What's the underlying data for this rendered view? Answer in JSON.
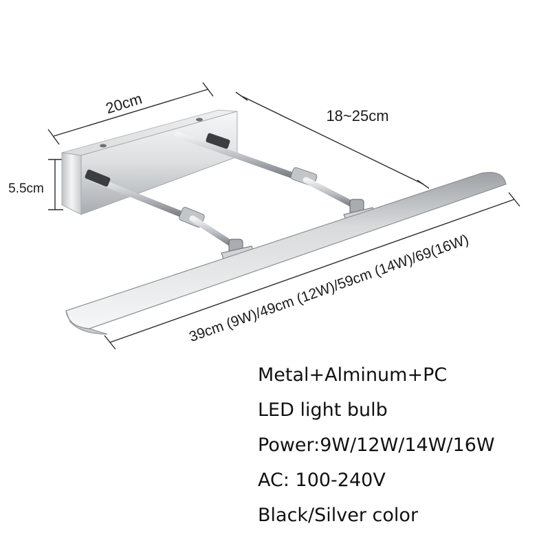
{
  "dimensions": {
    "width_label": "20cm",
    "depth_label": "18~25cm",
    "height_label": "5.5cm",
    "length_label": "39cm (9W)/49cm (12W)/59cm (14W)/69(16W)"
  },
  "specs": [
    "Metal+Alminum+PC",
    "LED light bulb",
    "Power:9W/12W/14W/16W",
    "AC: 100-240V",
    "Black/Silver color"
  ]
}
